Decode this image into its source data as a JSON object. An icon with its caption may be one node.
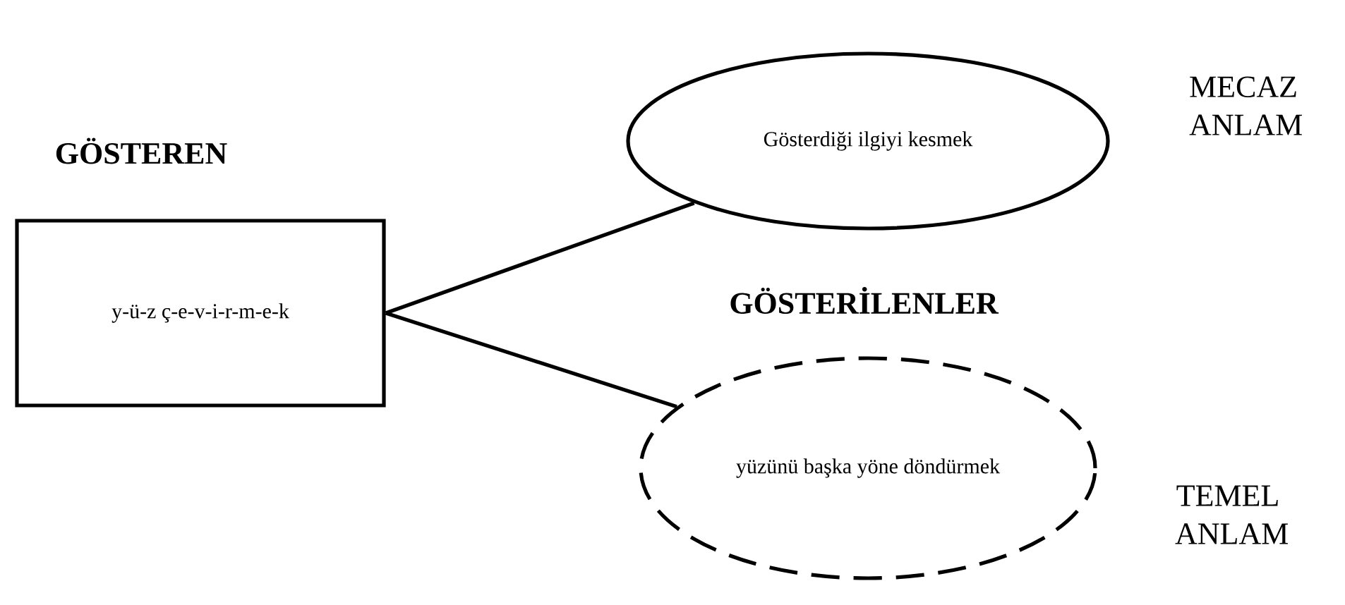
{
  "diagram": {
    "nodes": [
      {
        "text": [
          "GÖSTEREN",
          "y-ü-z ç-e-v-i-r-m-e-k"
        ]
      },
      {
        "text": [
          "Gösterdiği ilgiyi kesmek"
        ],
        "beside": [
          "MECAZ ANLAM"
        ]
      },
      {
        "text": [
          "yüzünü başka yöne döndürmek"
        ],
        "beside": [
          "TEMEL ANLAM"
        ]
      }
    ],
    "edges": [
      {
        "from": 0,
        "to": 1,
        "arrow": "none"
      },
      {
        "from": 0,
        "to": 2,
        "arrow": "none"
      }
    ],
    "labels": [
      "GÖSTERİLENLER"
    ]
  }
}
